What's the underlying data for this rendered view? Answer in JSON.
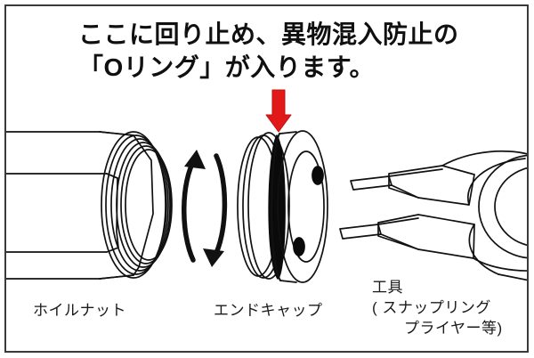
{
  "figure": {
    "kind": "technical-illustration",
    "background_color": "#ffffff",
    "border_color": "#3a3a3a",
    "line_color": "#111111",
    "accent_color": "#e11919"
  },
  "title": {
    "line1": "ここに回り止め、異物混入防止の",
    "line2": "「Oリング」が入ります。"
  },
  "annotations": {
    "pointer_arrow": "down-arrow-icon",
    "rotation_arrow": "rotation-arrow-icon"
  },
  "parts": [
    {
      "id": "wheel-nut",
      "caption": "ホイルナット"
    },
    {
      "id": "end-cap",
      "caption": "エンドキャップ"
    },
    {
      "id": "tool",
      "caption_line1": "工具",
      "caption_line2": "( スナップリング",
      "caption_line3": "プライヤー等)"
    }
  ]
}
